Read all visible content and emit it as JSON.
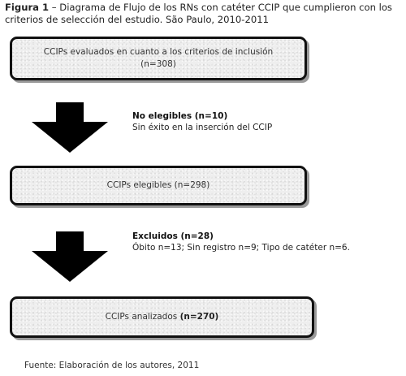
{
  "caption": {
    "label": "Figura 1",
    "text": " – Diagrama de Flujo de los RNs con catéter CCIP que cumplieron con los criterios de selección del estudio. São Paulo, 2010-2011"
  },
  "boxes": {
    "evaluated": {
      "line1": "CCIPs evaluados en cuanto a los criterios de inclusión",
      "line2": "(n=308)"
    },
    "eligible": {
      "text": "CCIPs elegibles (n=298)"
    },
    "analyzed": {
      "text": "CCIPs analizados ",
      "count": "(n=270)"
    }
  },
  "notes": {
    "not_eligible": {
      "title": "No elegibles (n=10)",
      "detail": "Sin éxito en la inserción del CCIP"
    },
    "excluded": {
      "title": "Excluidos (n=28)",
      "detail": "Óbito n=13; Sin registro n=9; Tipo de catéter n=6."
    }
  },
  "source": "Fuente: Elaboración de los autores, 2011",
  "colors": {
    "arrow": "#000000",
    "box_border": "#111111",
    "box_fill": "#eeeeee"
  }
}
